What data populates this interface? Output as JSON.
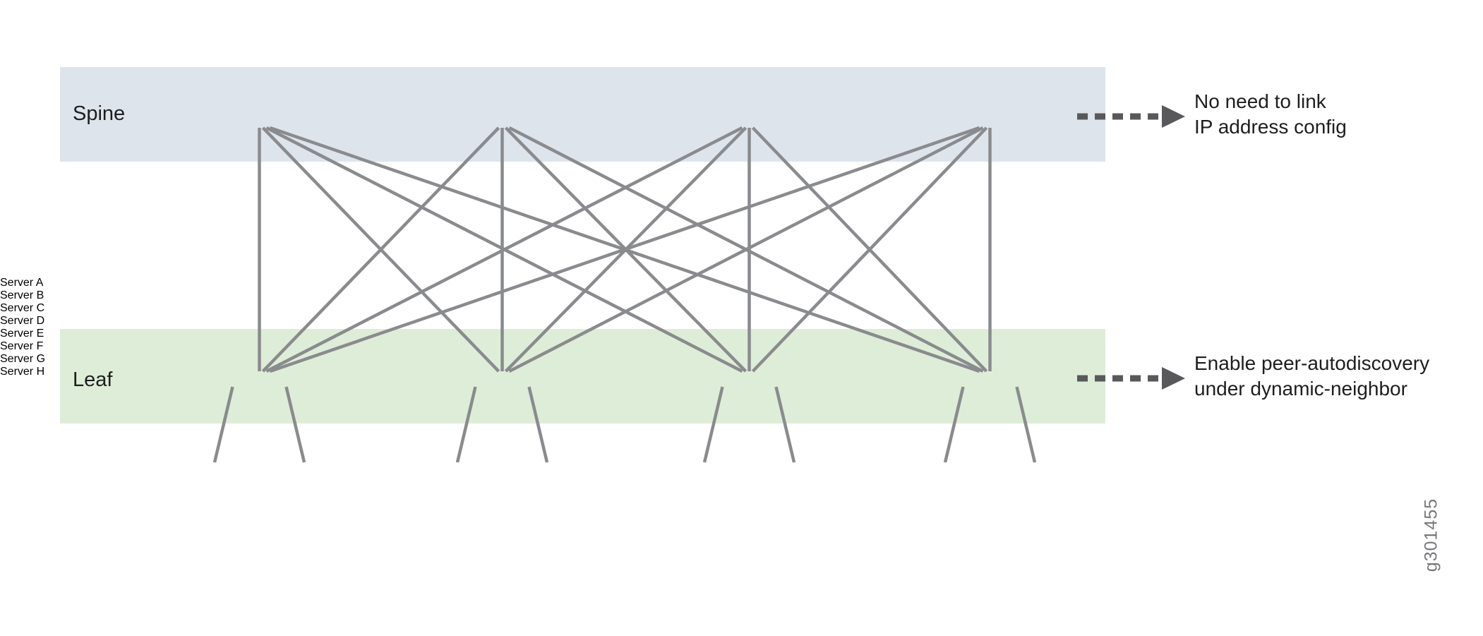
{
  "diagram": {
    "spine_label": "Spine",
    "leaf_label": "Leaf",
    "spine_annotation": [
      "No need to link",
      "IP address config"
    ],
    "leaf_annotation": [
      "Enable peer-autodiscovery",
      "under dynamic-neighbor"
    ],
    "servers": [
      "Server A",
      "Server B",
      "Server C",
      "Server D",
      "Server E",
      "Server F",
      "Server G",
      "Server H"
    ],
    "spine_switch_count": 4,
    "leaf_switch_count": 4,
    "figure_id": "g301455",
    "colors": {
      "device_green": "#88b93c",
      "spine_band": "#dee4ec",
      "leaf_band": "#deedd8",
      "link_gray": "#8a8b8e",
      "server_gray": "#6d6e71",
      "arrow_dark_gray": "#59595c",
      "text": "#1e1e1e",
      "figure_id_gray": "#77787b"
    }
  }
}
